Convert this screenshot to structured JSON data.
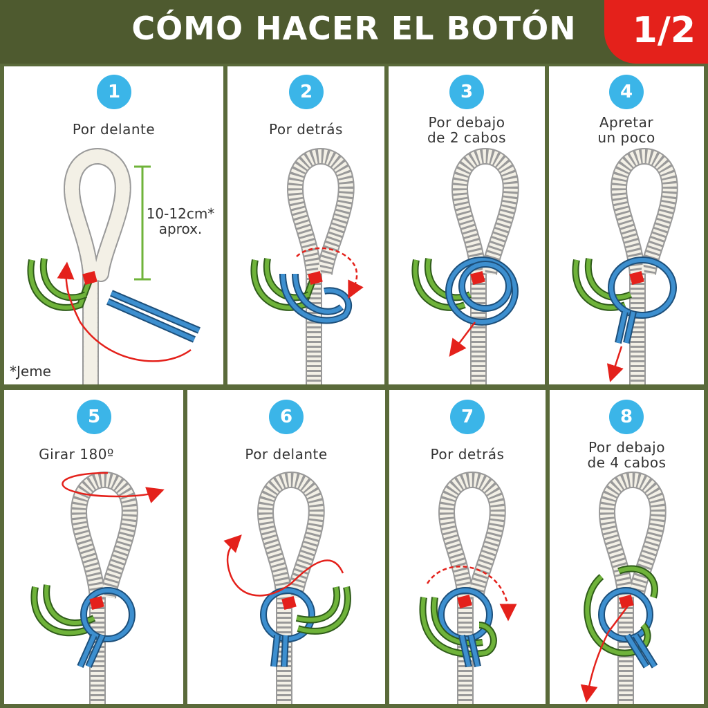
{
  "header": {
    "title": "CÓMO HACER EL BOTÓN",
    "page": "1/2"
  },
  "steps": [
    {
      "number": "1",
      "caption": "Por delante"
    },
    {
      "number": "2",
      "caption": "Por detrás"
    },
    {
      "number": "3",
      "caption_line1": "Por debajo",
      "caption_line2": "de 2 cabos"
    },
    {
      "number": "4",
      "caption_line1": "Apretar",
      "caption_line2": "un poco"
    },
    {
      "number": "5",
      "caption": "Girar 180º"
    },
    {
      "number": "6",
      "caption": "Por delante"
    },
    {
      "number": "7",
      "caption": "Por detrás"
    },
    {
      "number": "8",
      "caption_line1": "Por debajo",
      "caption_line2": "de 4 cabos"
    }
  ],
  "measure": {
    "line1": "10-12cm*",
    "line2": "aprox."
  },
  "footnote": "*Jeme",
  "colors": {
    "header_bg": "#4e5a2f",
    "badge": "#e4211b",
    "step_circle": "#3bb5e8",
    "rope_green": "#6fb33a",
    "rope_blue": "#3d8fcf",
    "arrow_red": "#e4211b"
  }
}
